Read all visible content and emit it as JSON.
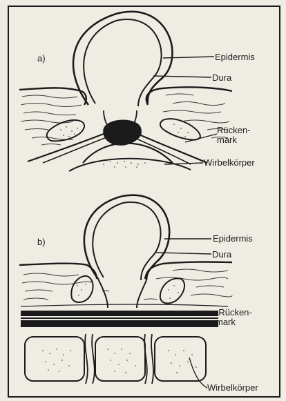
{
  "panels": [
    {
      "id": "a",
      "marker": "a)",
      "labels": {
        "epidermis": "Epidermis",
        "dura": "Dura",
        "rueckenmark": "Rücken-\nmark",
        "wirbelkoerper": "Wirbelkörper"
      }
    },
    {
      "id": "b",
      "marker": "b)",
      "labels": {
        "epidermis": "Epidermis",
        "dura": "Dura",
        "rueckenmark": "-Rücken-\nmark",
        "wirbelkoerper": "Wirbelkörper"
      }
    }
  ],
  "colors": {
    "paper": "#efece4",
    "ink": "#1b1b1b"
  }
}
